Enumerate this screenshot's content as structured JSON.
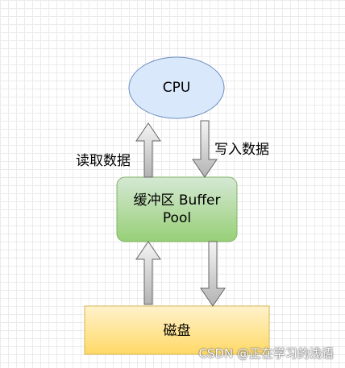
{
  "nodes": {
    "cpu": {
      "label": "CPU",
      "fill": "#dae8fc",
      "stroke": "#6c8ebf"
    },
    "buffer_pool": {
      "label": "缓冲区 Buffer Pool",
      "fill_top": "#d5e8d4",
      "fill_bottom": "#97d077",
      "stroke": "#82b366"
    },
    "disk": {
      "label": "磁盘",
      "fill_top": "#fff2cc",
      "fill_bottom": "#ffd966",
      "stroke": "#d6b656"
    }
  },
  "edges": {
    "read_label": "读取数据",
    "write_label": "写入数据",
    "arrow_fill_light": "#f5f5f5",
    "arrow_fill_dark": "#b3b3b3",
    "arrow_stroke": "#666666"
  },
  "watermark": "CSDN @正在学习的浅语"
}
